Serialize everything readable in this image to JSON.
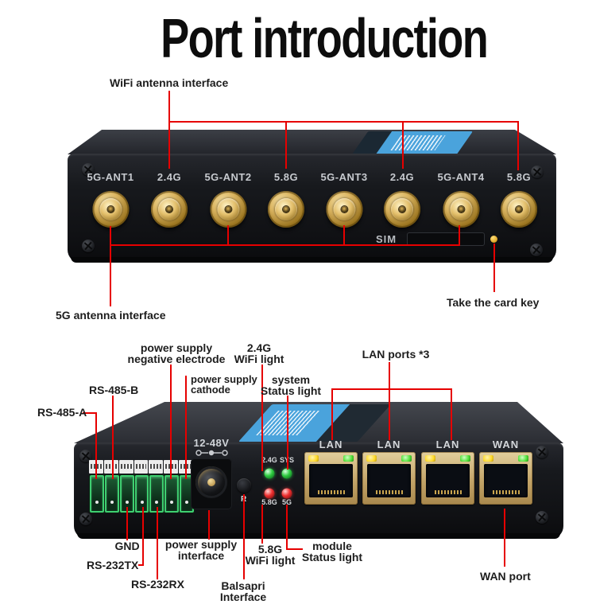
{
  "title": "Port introduction",
  "colors": {
    "annotation_red": "#e60000",
    "device_black": "#17191d",
    "connector_gold": "#dcb662",
    "sticker_blue": "#4aa3dc",
    "terminal_green": "#3ecf70",
    "led_green": "#2ecc40",
    "led_red": "#ee2f2f",
    "led_yellow": "#ffd92a"
  },
  "top_view": {
    "wifi_antenna_label": "WiFi antenna interface",
    "five_g_antenna_label": "5G antenna interface",
    "take_card_key_label": "Take the card key",
    "sim_label": "SIM",
    "antenna_ports": [
      "5G-ANT1",
      "2.4G",
      "5G-ANT2",
      "5.8G",
      "5G-ANT3",
      "2.4G",
      "5G-ANT4",
      "5.8G"
    ]
  },
  "bottom_view": {
    "rs485_a": "RS-485-A",
    "rs485_b": "RS-485-B",
    "neg_electrode": [
      "power supply",
      "negative electrode"
    ],
    "cathode": [
      "power supply",
      "cathode"
    ],
    "wifi_24g": [
      "2.4G",
      "WiFi light"
    ],
    "system_status": [
      "system",
      "Status light"
    ],
    "lan_ports": "LAN ports *3",
    "power_rating": "12-48V",
    "reset_label": "R",
    "led_labels_top": [
      "2.4G",
      "SYS"
    ],
    "led_labels_bottom": [
      "5.8G",
      "5G"
    ],
    "eth_port_labels": [
      "LAN",
      "LAN",
      "LAN",
      "WAN"
    ],
    "gnd": "GND",
    "rs232_tx": "RS-232TX",
    "rs232_rx": "RS-232RX",
    "power_interface": [
      "power supply",
      "interface"
    ],
    "wifi_58g": [
      "5.8G",
      "WiFi light"
    ],
    "module_status": [
      "module",
      "Status light"
    ],
    "balsapri": [
      "Balsapri",
      "Interface"
    ],
    "wan_port": "WAN port"
  }
}
